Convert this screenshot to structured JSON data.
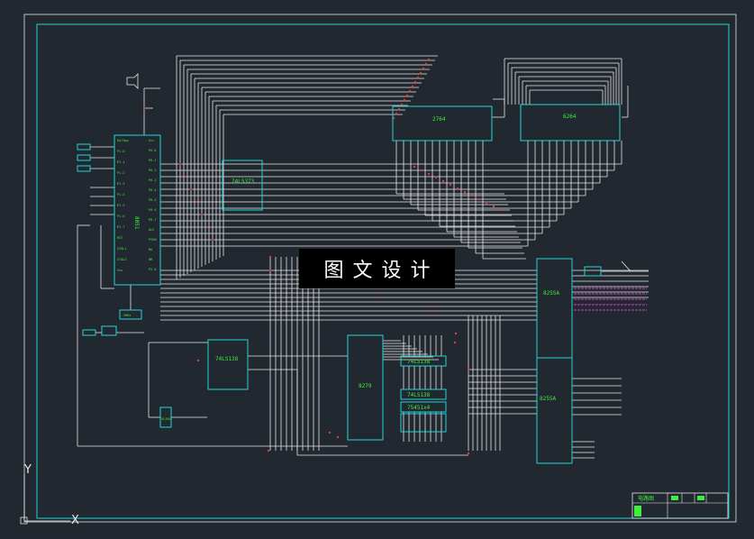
{
  "watermark": "图文设计",
  "ucs": {
    "x_label": "X",
    "y_label": "Y"
  },
  "titleblock": {
    "name": "电路图"
  },
  "chips": {
    "mcu": {
      "label": "8051",
      "pins_left": [
        "EA/Vpp",
        "P1.0",
        "P1.1",
        "P1.2",
        "P1.3",
        "P1.4",
        "P1.5",
        "P1.6",
        "P1.7",
        "RST",
        "XTAL1",
        "XTAL2",
        "Vss"
      ],
      "pins_right": [
        "Vcc",
        "P0.0",
        "P0.1",
        "P0.2",
        "P0.3",
        "P0.4",
        "P0.5",
        "P0.6",
        "P0.7",
        "ALE",
        "PSEN",
        "RD",
        "WR",
        "P2.0"
      ]
    },
    "latch": {
      "label": "74LS373"
    },
    "eprom1": {
      "label": "2764"
    },
    "eprom2": {
      "label": "6264"
    },
    "ppi1": {
      "label": "8255A"
    },
    "ppi2": {
      "label": "8255A"
    },
    "kbd": {
      "label": "8279"
    },
    "dec": {
      "label": "74LS138"
    },
    "drv1": {
      "label": "74LS138"
    },
    "drv2": {
      "label": "74LS138"
    },
    "drv3": {
      "label": "75451x4"
    },
    "gate": {
      "label": "74LS04"
    },
    "osc": {
      "label": "2MHz"
    }
  },
  "colors": {
    "background": "#212830",
    "frame": "#22d3d3",
    "wire": "#e8e8e8",
    "text": "#3cf03c",
    "junction": "#e03c3c",
    "pink": "#cc44cc"
  }
}
